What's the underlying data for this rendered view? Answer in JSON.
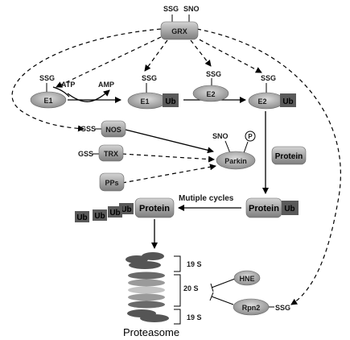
{
  "labels": {
    "grx": "GRX",
    "ssg": "SSG",
    "sno": "SNO",
    "gss": "GSS",
    "e1": "E1",
    "e2": "E2",
    "ub": "Ub",
    "atp": "ATP",
    "amp": "AMP",
    "nos": "NOS",
    "trx": "TRX",
    "pps": "PPs",
    "parkin": "Parkin",
    "phospho": "P",
    "protein": "Protein",
    "multiple_cycles": "Mutiple cycles",
    "s19_top": "19 S",
    "s20": "20 S",
    "s19_bottom": "19 S",
    "hne": "HNE",
    "rpn2": "Rpn2",
    "proteasome": "Proteasome"
  },
  "colors": {
    "node_fill": "#a9a9a9",
    "node_dark": "#6e6e6e",
    "ub_fill": "#5a5a5a",
    "line": "#000000"
  }
}
